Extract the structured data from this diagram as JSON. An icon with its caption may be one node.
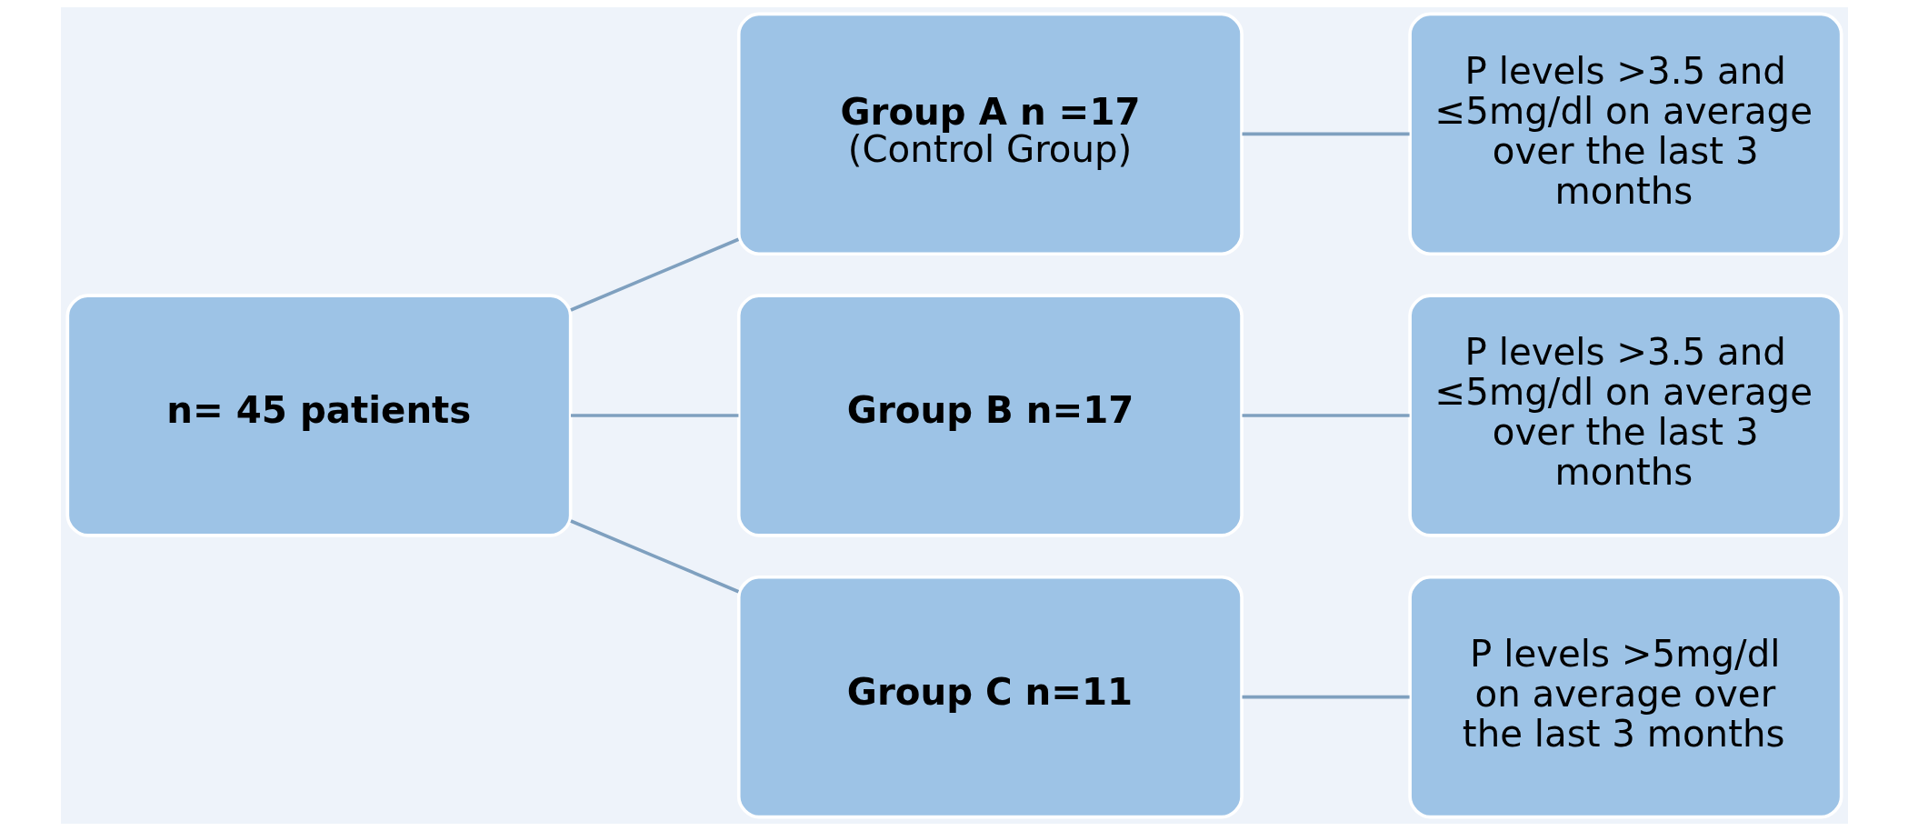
{
  "diagram": {
    "nodes": [
      {
        "text": [
          "n= 45 patients"
        ]
      },
      {
        "text": [
          "Group A n =17",
          "(Control Group)"
        ]
      },
      {
        "text": [
          "Group B n=17"
        ]
      },
      {
        "text": [
          "Group C n=11"
        ]
      },
      {
        "text": [
          "P levels >3.5 and ≤5mg/dl on average over the last 3 months"
        ]
      },
      {
        "text": [
          "P levels >3.5 and ≤5mg/dl on average over the last 3 months"
        ]
      },
      {
        "text": [
          "P levels >5mg/dl on average over the last 3 months"
        ]
      }
    ],
    "edges": [
      {
        "from": 0,
        "to": 1,
        "arrow": "none"
      },
      {
        "from": 0,
        "to": 2,
        "arrow": "none"
      },
      {
        "from": 0,
        "to": 3,
        "arrow": "none"
      },
      {
        "from": 1,
        "to": 4,
        "arrow": "none"
      },
      {
        "from": 2,
        "to": 5,
        "arrow": "none"
      },
      {
        "from": 3,
        "to": 6,
        "arrow": "none"
      }
    ]
  }
}
